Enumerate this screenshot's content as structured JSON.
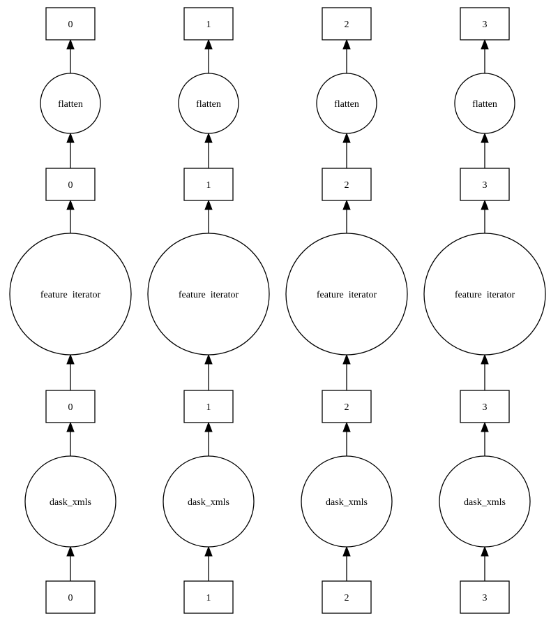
{
  "pipelines": [
    {
      "nodes": [
        "0",
        "dask_xmls",
        "0",
        "feature  iterator",
        "0",
        "flatten",
        "0"
      ]
    },
    {
      "nodes": [
        "1",
        "dask_xmls",
        "1",
        "feature  iterator",
        "1",
        "flatten",
        "1"
      ]
    },
    {
      "nodes": [
        "2",
        "dask_xmls",
        "2",
        "feature  iterator",
        "2",
        "flatten",
        "2"
      ]
    },
    {
      "nodes": [
        "3",
        "dask_xmls",
        "3",
        "feature  iterator",
        "3",
        "flatten",
        "3"
      ]
    }
  ],
  "colors": {
    "stroke": "#000000",
    "fill": "#ffffff",
    "background": "#ffffff"
  }
}
